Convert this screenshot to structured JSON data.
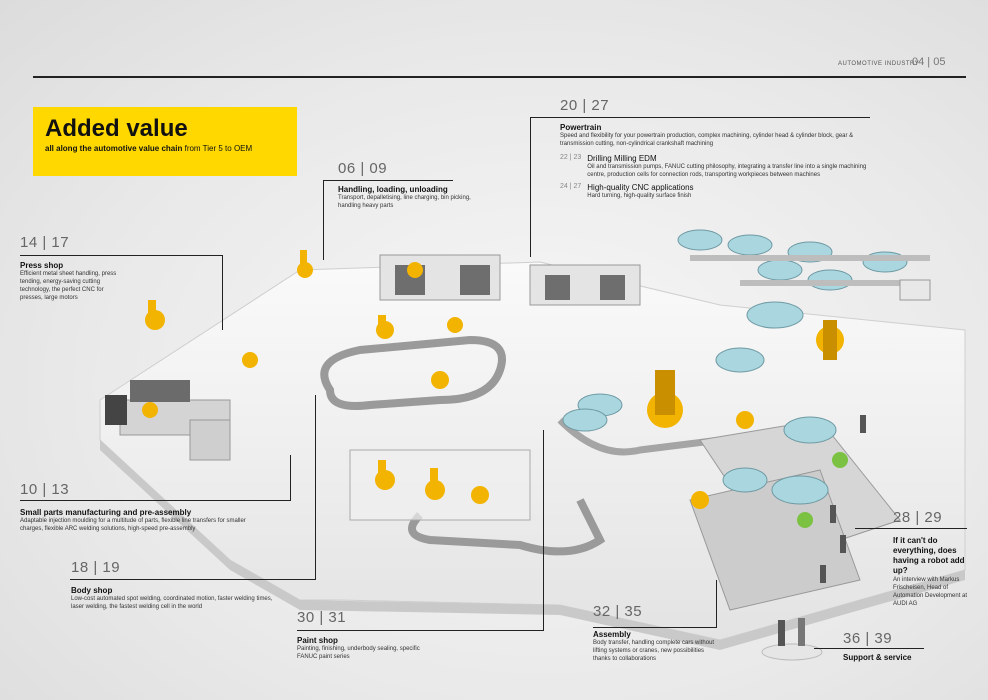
{
  "header": {
    "label": "AUTOMOTIVE INDUSTRY",
    "pages": "04 | 05"
  },
  "hero": {
    "title": "Added value",
    "subtitle_bold": "all along the automotive value chain",
    "subtitle_rest": " from Tier 5 to OEM"
  },
  "sections": {
    "powertrain": {
      "pages": "20 | 27",
      "title": "Powertrain",
      "desc": "Speed and flexibility for your powertrain production, complex machining, cylinder head & cylinder block, gear & transmission cutting, non-cylindrical crankshaft machining",
      "sub1": {
        "pages": "22 | 23",
        "title": "Drilling Milling EDM",
        "desc": "Oil and transmission pumps, FANUC cutting philosophy, integrating a transfer line into a single machining centre, production cells for connection rods, transporting workpieces between machines"
      },
      "sub2": {
        "pages": "24 | 27",
        "title": "High-quality CNC applications",
        "desc": "Hard turning, high-quality surface finish"
      }
    },
    "handling": {
      "pages": "06 | 09",
      "title": "Handling, loading, unloading",
      "desc": "Transport, depalletising, line charging, bin picking, handling heavy parts"
    },
    "press": {
      "pages": "14 | 17",
      "title": "Press shop",
      "desc": "Efficient metal sheet handling, press tending, energy-saving cutting technology, the perfect CNC for presses, large motors"
    },
    "small_parts": {
      "pages": "10 | 13",
      "title": "Small parts manufacturing and pre-assembly",
      "desc": "Adaptable injection moulding for a multitude of parts, flexible line transfers for smaller charges, flexible ARC welding solutions, high-speed pre-assembly"
    },
    "body": {
      "pages": "18 | 19",
      "title": "Body shop",
      "desc": "Low-cost automated spot welding, coordinated motion, faster welding times, laser welding, the fastest welding cell in the world"
    },
    "paint": {
      "pages": "30 | 31",
      "title": "Paint shop",
      "desc": "Painting, finishing, underbody sealing, specific FANUC paint series"
    },
    "assembly": {
      "pages": "32 | 35",
      "title": "Assembly",
      "desc": "Body transfer, handling complete cars without lifting systems or cranes, new possibilities thanks to collaborations"
    },
    "interview": {
      "pages": "28 | 29",
      "title": "If it can't do everything, does having a robot add up?",
      "desc": "An interview with Markus Frischeisen, Head of Automation Development at AUDI AG"
    },
    "support": {
      "pages": "36 | 39",
      "title": "Support & service"
    }
  },
  "colors": {
    "accent": "#ffd800",
    "robot": "#f2b400",
    "car": "#a9d6df",
    "cobot": "#7cc242"
  }
}
